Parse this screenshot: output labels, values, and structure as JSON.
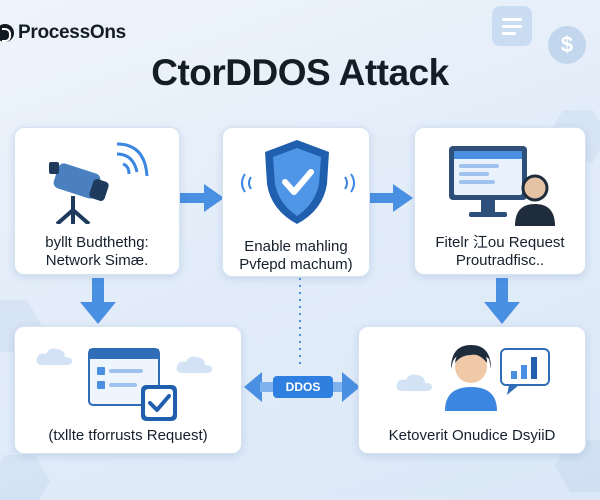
{
  "brand": {
    "name": "ProcessOns"
  },
  "title": "CtorDDOS Attack",
  "nodes": [
    {
      "id": "network",
      "lines": [
        "byllt Budthethg:",
        "Network Simæ."
      ]
    },
    {
      "id": "enable",
      "lines": [
        "Enable mahling",
        "Pvfepd machum)"
      ]
    },
    {
      "id": "filter",
      "lines": [
        "Fitelr 江ou Request",
        "Proutradfisc.."
      ]
    },
    {
      "id": "request",
      "lines": [
        "(txllte tforrusts Request)"
      ]
    },
    {
      "id": "resolve",
      "lines": [
        "Ketoverit Onudice DsyiiD"
      ]
    }
  ],
  "connector_label": "DDOS",
  "coin_symbol": "$",
  "icons": [
    "camera-icon",
    "wifi-signal-icon",
    "shield-check-icon",
    "monitor-icon",
    "user-icon",
    "browser-checklist-icon",
    "checkbox-icon",
    "cloud-icon",
    "chart-bubble-icon",
    "dollar-hex-icon",
    "document-icon"
  ],
  "colors": {
    "accent": "#2f7fe0",
    "arrow": "#4a90e2",
    "card_bg": "#ffffff",
    "title": "#141c26"
  }
}
